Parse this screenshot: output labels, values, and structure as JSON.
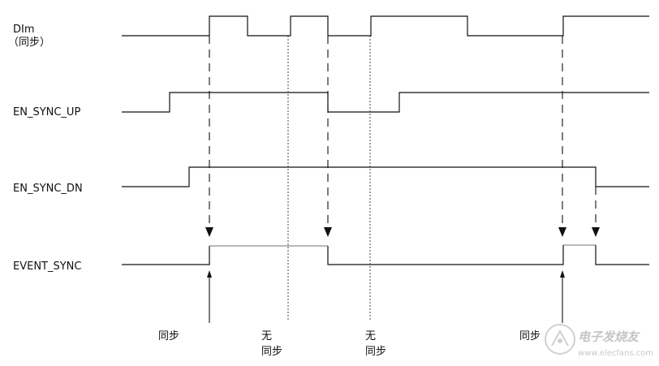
{
  "signals": {
    "dim_line1": "DIm",
    "dim_line2": "（同步）",
    "en_sync_up": "EN_SYNC_UP",
    "en_sync_dn": "EN_SYNC_DN",
    "event_sync": "EVENT_SYNC"
  },
  "annotations": {
    "sync_1": "同步",
    "nosync_1_line1": "无",
    "nosync_1_line2": "同步",
    "nosync_2_line1": "无",
    "nosync_2_line2": "同步",
    "sync_2": "同步"
  },
  "watermark": {
    "name": "电子发烧友",
    "url": "www.elecfans.com"
  }
}
